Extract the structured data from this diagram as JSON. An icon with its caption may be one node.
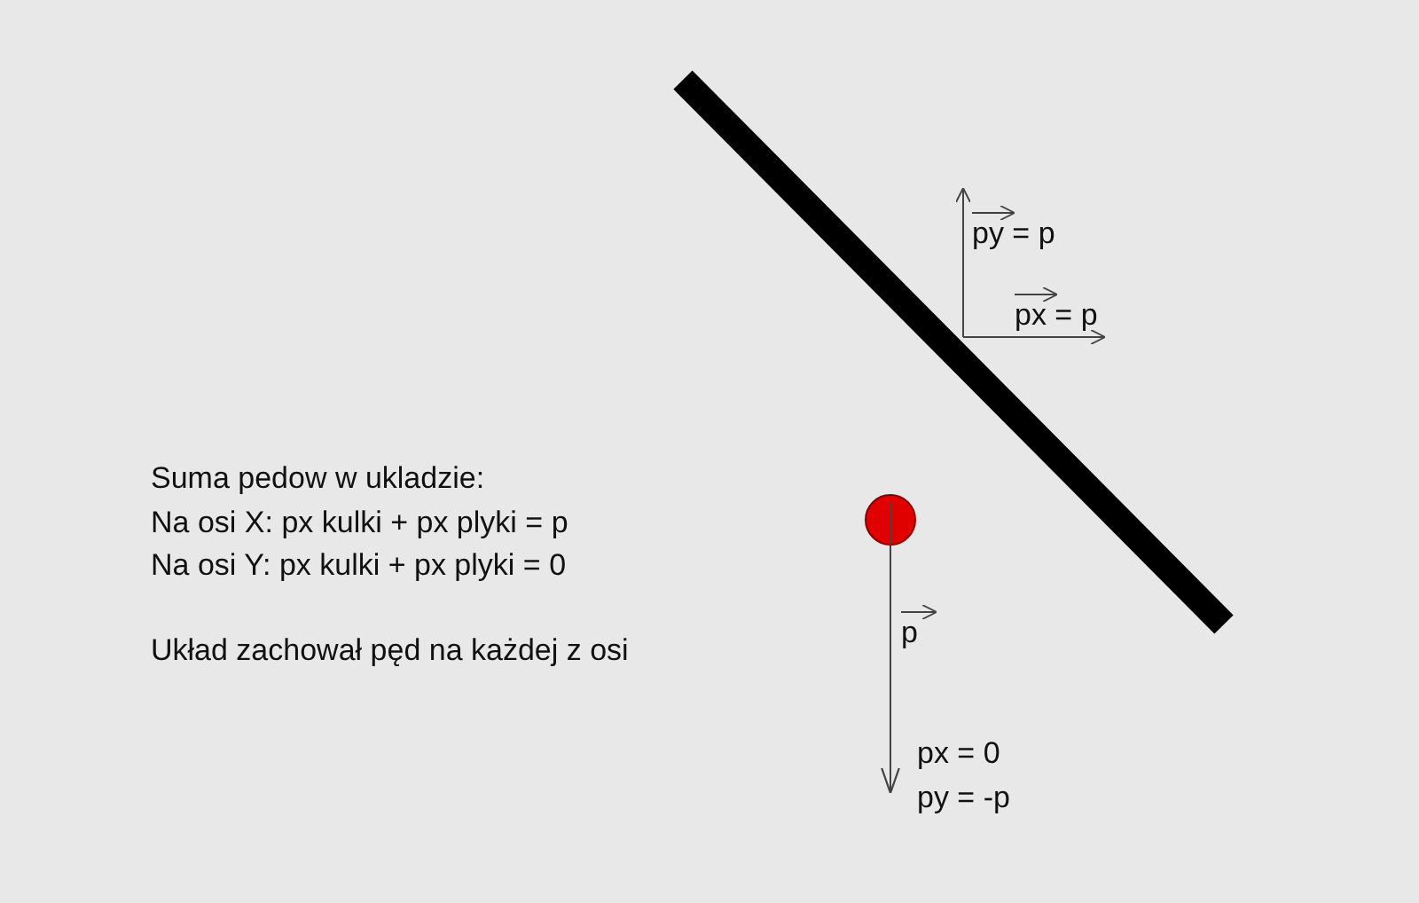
{
  "diagram": {
    "labels": [
      "py = p",
      "px = p",
      "Suma pedow w ukladzie:",
      "Na osi X: px kulki + px plyki = p",
      "Na osi Y: px kulki + px plyki = 0",
      "p",
      "Układ zachował pęd na każdej z osi",
      "px = 0",
      "py = -p"
    ]
  }
}
